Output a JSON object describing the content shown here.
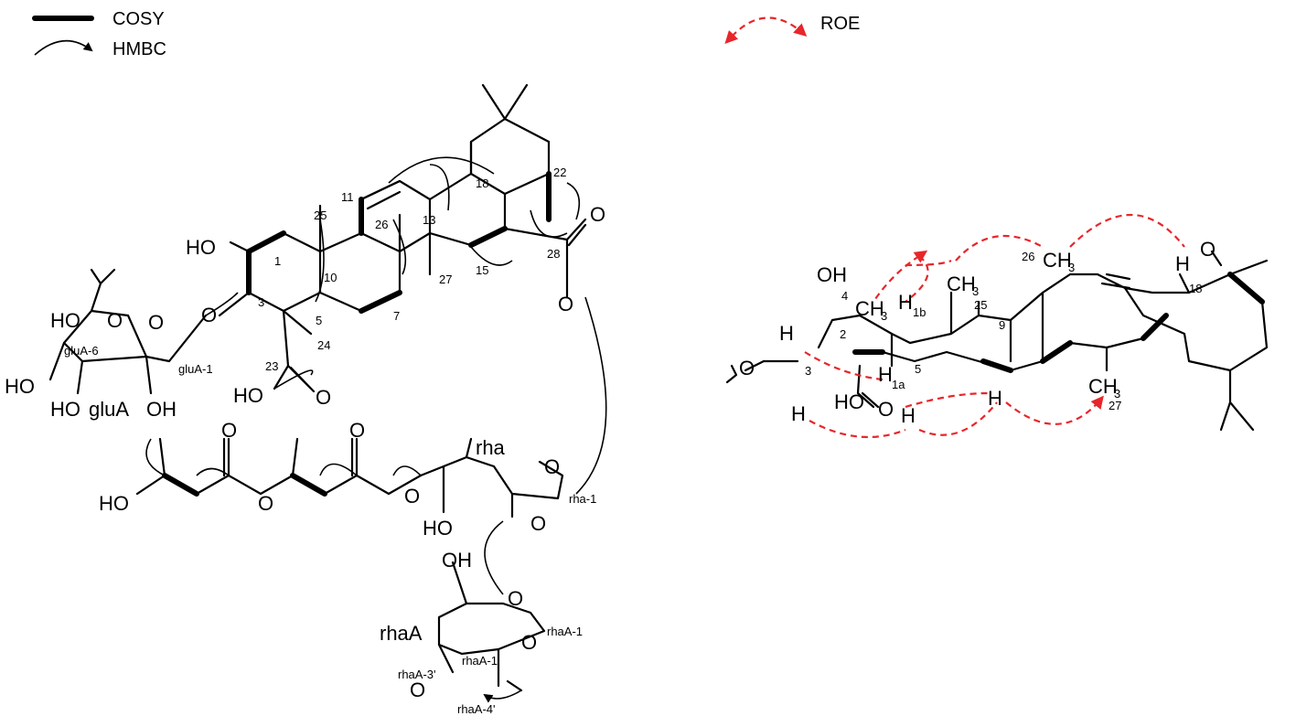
{
  "legend": {
    "cosy": "COSY",
    "hmbc": "HMBC",
    "roe": "ROE"
  },
  "colors": {
    "roe_arrow": "#e8262a",
    "bond": "#000000"
  },
  "left_structure": {
    "atoms": {
      "ho_c2": "HO",
      "o_c3": "O",
      "o_ester": "O",
      "o_carbonyl_28": "O",
      "cooh_23_ho": "HO",
      "cooh_23_o": "O",
      "glua_ho_top": "HO",
      "glua_o_top": "O",
      "glua_ring_o": "O",
      "glua_ho_left": "HO",
      "glua_ho_bottom": "HO",
      "glua_oh_bottom": "OH",
      "chain_ho": "HO",
      "chain_o1": "O",
      "chain_o_bridge": "O",
      "chain_o2": "O",
      "chain_o_link": "O",
      "rha_ring_o": "O",
      "rha_ho": "HO",
      "rha_o_2": "O",
      "rhaa_oh": "OH",
      "rhaa_ring_o": "O",
      "rhaa_o_3": "O",
      "rhaa_o_1": "O"
    },
    "labels": {
      "glua": "gluA",
      "rha": "rha",
      "rhaa": "rhaA"
    },
    "numbers": {
      "n1": "1",
      "n3": "3",
      "n5": "5",
      "n7": "7",
      "n10": "10",
      "n11": "11",
      "n13": "13",
      "n15": "15",
      "n18": "18",
      "n22": "22",
      "n23": "23",
      "n24": "24",
      "n25": "25",
      "n26": "26",
      "n27": "27",
      "n28": "28",
      "glua6": "gluA-6",
      "glua1": "gluA-1",
      "rha1": "rha-1",
      "rhaa1": "rhaA-1",
      "rhaa1p": "rhaA-1'",
      "rhaa3p": "rhaA-3'",
      "rhaa4p": "rhaA-4'"
    }
  },
  "right_structure": {
    "atoms": {
      "oh": "OH",
      "ch3_4": "CH",
      "ch3_4_sub": "3",
      "h_1b": "H",
      "h_1b_sub": "1b",
      "ch3_25": "CH",
      "ch3_25_sub": "3",
      "ch3_26": "CH",
      "ch3_26_sub": "3",
      "h_18": "H",
      "o_28": "O",
      "o_3": "O",
      "h_2": "H",
      "h_3": "H",
      "h_1a": "H",
      "h_1a_sub": "1a",
      "ho_cooh": "HO",
      "o_cooh": "O",
      "h_5": "H",
      "h_9": "H",
      "ch3_27": "CH",
      "ch3_27_sub": "3"
    },
    "numbers": {
      "n2": "2",
      "n3": "3",
      "n4": "4",
      "n5": "5",
      "n9": "9",
      "n18": "18",
      "n25": "25",
      "n26": "26",
      "n27": "27"
    }
  }
}
